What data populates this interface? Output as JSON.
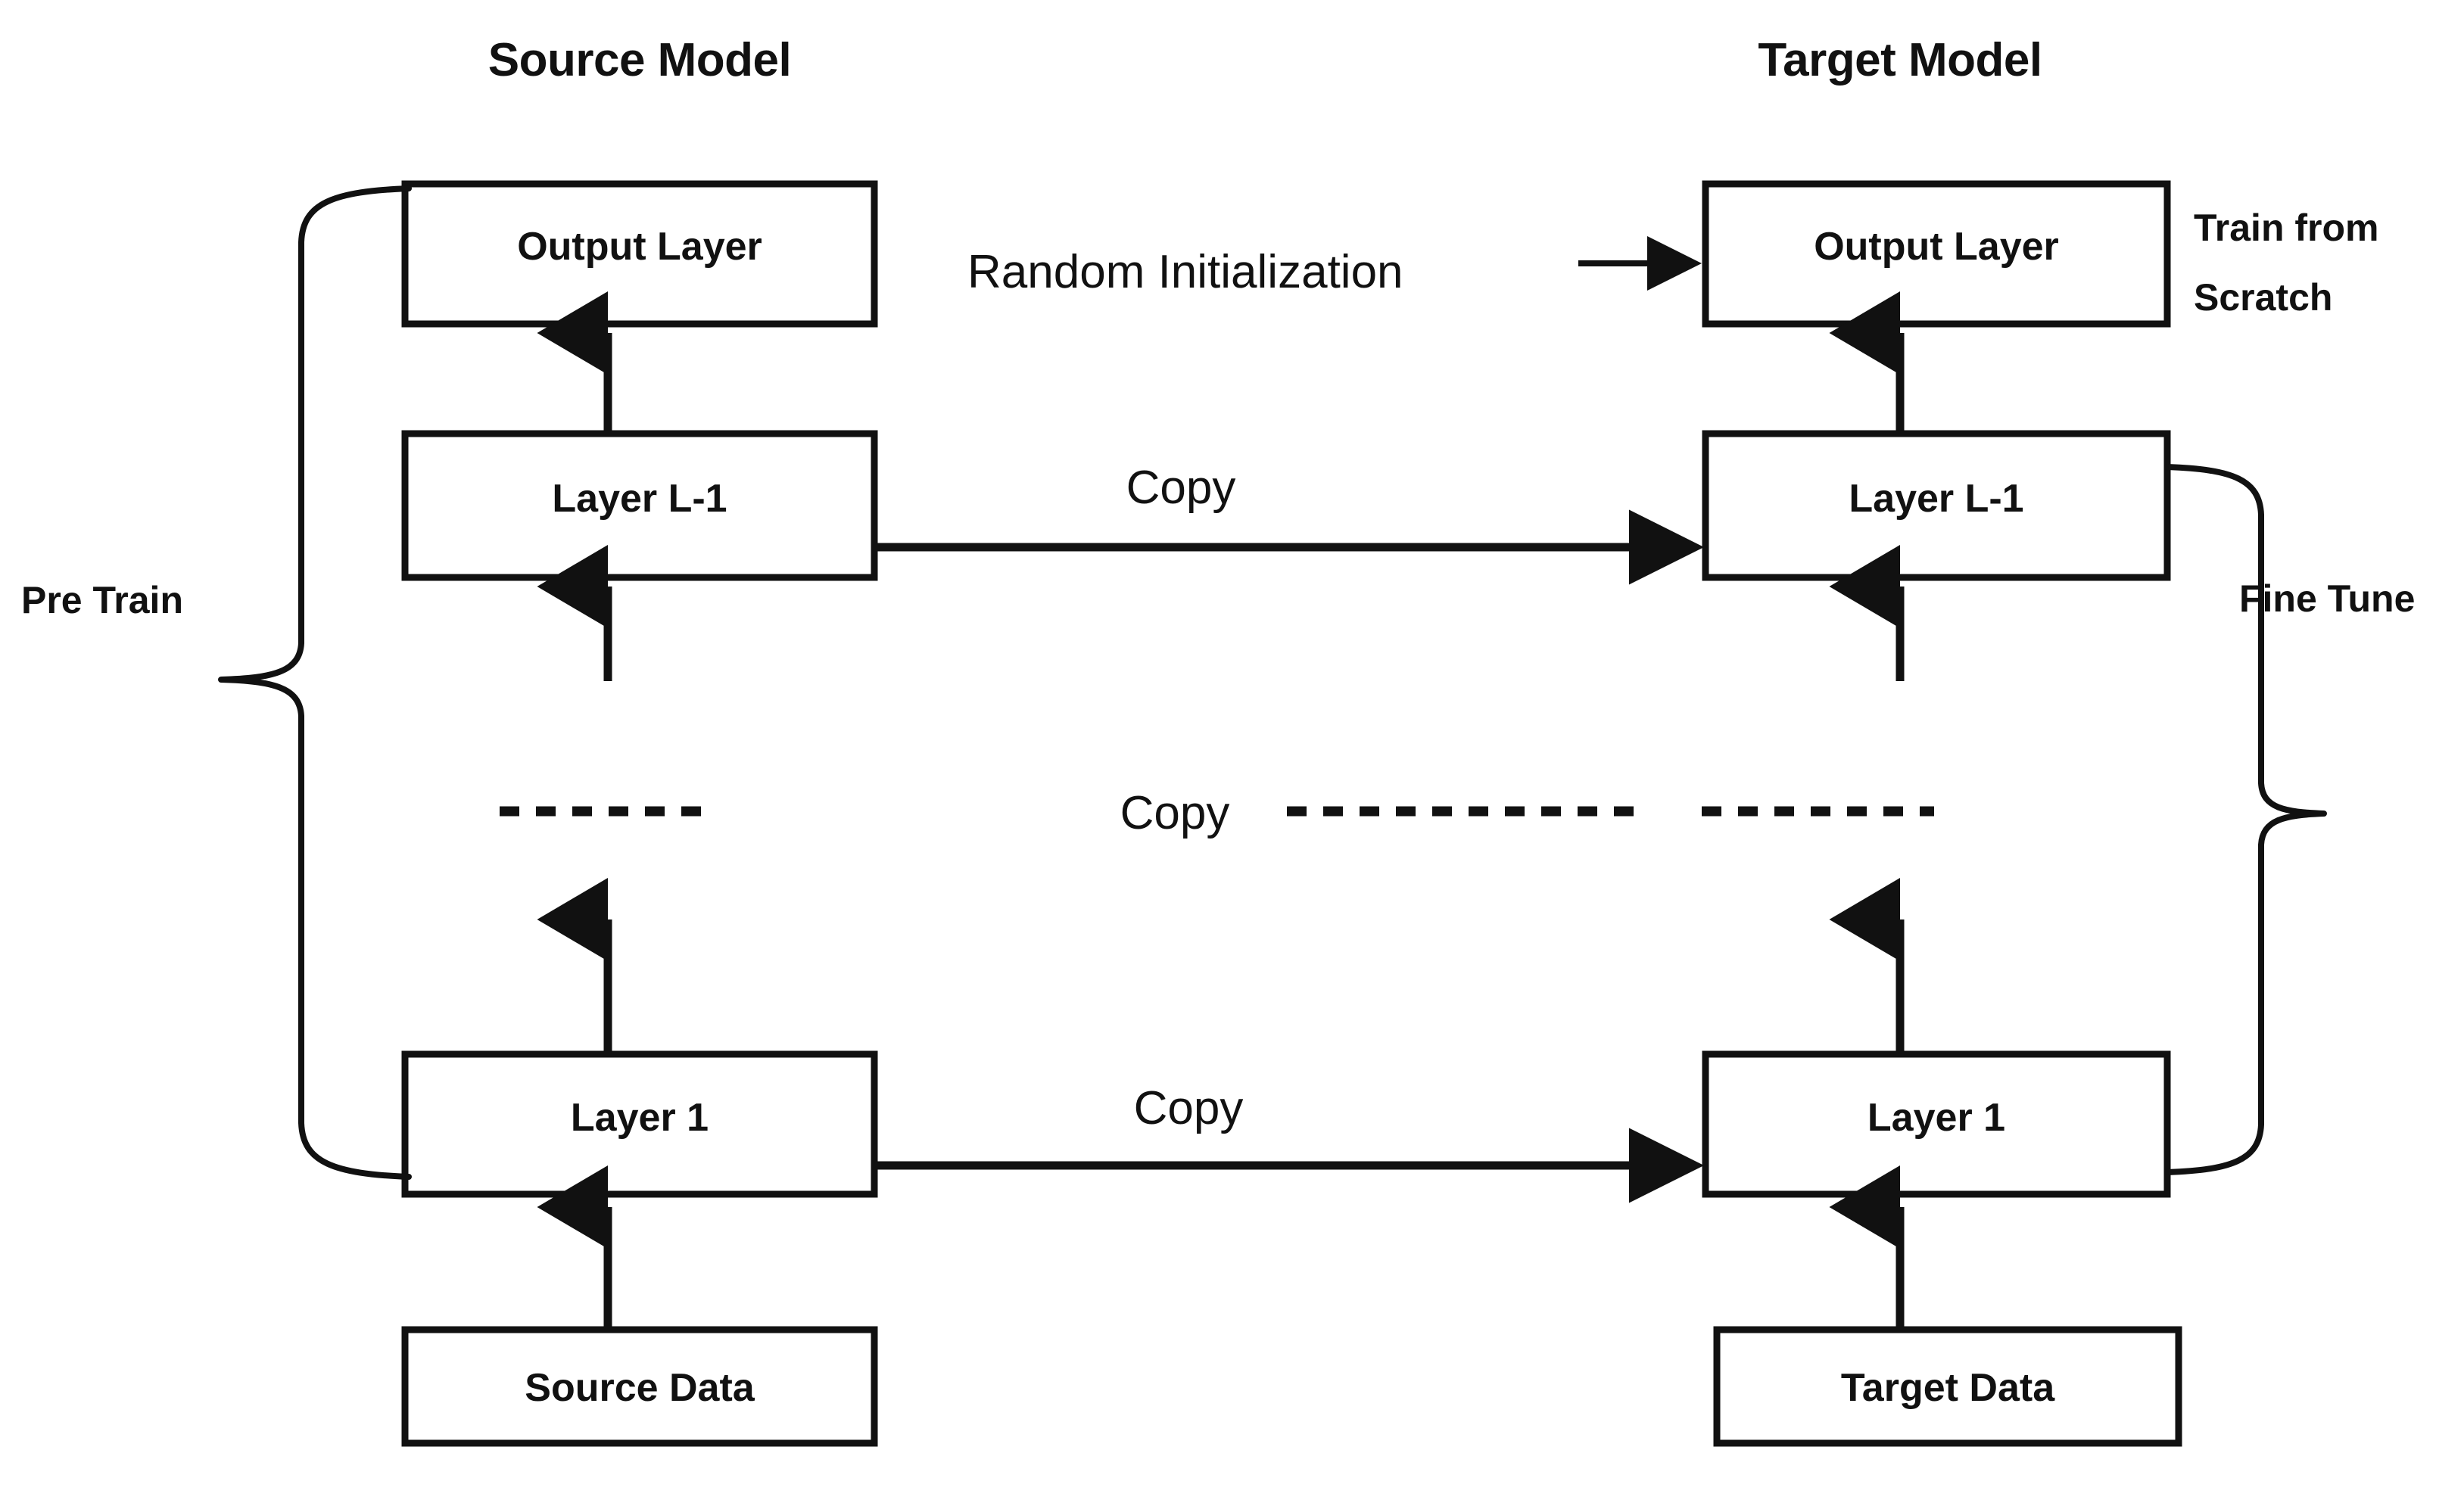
{
  "diagram": {
    "title_semantic": "transfer-learning-pretrain-finetune",
    "columns": {
      "source": {
        "title": "Source Model"
      },
      "target": {
        "title": "Target Model"
      }
    },
    "source_nodes": [
      {
        "key": "output_layer",
        "label": "Output Layer"
      },
      {
        "key": "layer_l_minus_1",
        "label": "Layer L-1"
      },
      {
        "key": "layer_1",
        "label": "Layer 1"
      },
      {
        "key": "source_data",
        "label": "Source Data"
      }
    ],
    "target_nodes": [
      {
        "key": "output_layer",
        "label": "Output Layer"
      },
      {
        "key": "layer_l_minus_1",
        "label": "Layer L-1"
      },
      {
        "key": "layer_1",
        "label": "Layer 1"
      },
      {
        "key": "target_data",
        "label": "Target Data"
      }
    ],
    "edge_labels": {
      "copy_top": "Copy",
      "copy_middle": "Copy",
      "copy_bottom": "Copy",
      "random_init": "Random Initialization"
    },
    "side_labels": {
      "left_brace": "Pre Train",
      "right_brace": "Fine Tune",
      "target_output_note_line1": "Train from",
      "target_output_note_line2": "Scratch"
    },
    "ellipsis": {
      "source_dashes": "----------",
      "target_dashes_left": "----------------",
      "target_dashes_right": "-----------"
    },
    "colors": {
      "background": "#ffffff",
      "stroke": "#111111",
      "text": "#111111",
      "box_fill": "#ffffff"
    }
  }
}
